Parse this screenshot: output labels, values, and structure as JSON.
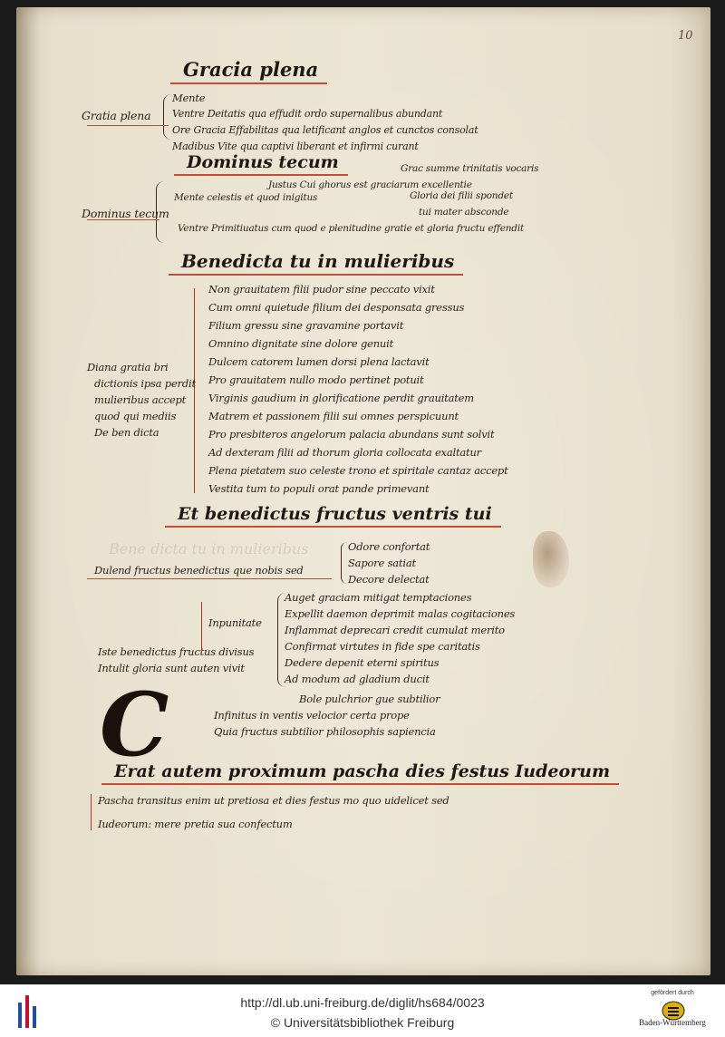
{
  "manuscript": {
    "folio": "10",
    "headings": {
      "h1": "Gracia plena",
      "h2": "Dominus tecum",
      "h3": "Benedicta tu in mulieribus",
      "h4": "Et benedictus fructus ventris tui",
      "h5": "Erat autem proximum pascha dies festus Iudeorum"
    },
    "lines": [
      {
        "text": "Mente"
      },
      {
        "text": "Ventre   Deitatis qua effudit ordo supernalibus abundant"
      },
      {
        "text": "Ore   Gracia   Effabilitas qua letificant anglos et cunctos consolat"
      },
      {
        "text": "Madibus   Vite qua captivi liberant et infirmi curant"
      },
      {
        "text": "Gratia plena"
      },
      {
        "text": "Grac summe trinitatis vocaris"
      },
      {
        "text": "Justus   Cui ghorus est graciarum excellentie"
      },
      {
        "text": "Mente celestis et quod inigitus"
      },
      {
        "text": "Dominus tecum"
      },
      {
        "text": "Gloria dei filii spondet"
      },
      {
        "text": "tui mater absconde"
      },
      {
        "text": "Ventre   Primitiuatus cum quod e plenitudine gratie et gloria fructu effendit"
      },
      {
        "text": "Non grauitatem filii pudor sine peccato vixit"
      },
      {
        "text": "Cum omni quietude filium dei desponsata gressus"
      },
      {
        "text": "Filium gressu sine gravamine portavit"
      },
      {
        "text": "Omnino dignitate sine dolore genuit"
      },
      {
        "text": "Dulcem catorem lumen dorsi plena lactavit"
      },
      {
        "text": "Diana gratia bri"
      },
      {
        "text": "dictionis ipsa perdit"
      },
      {
        "text": "mulieribus accept"
      },
      {
        "text": "quod qui mediis"
      },
      {
        "text": "De ben dicta"
      },
      {
        "text": "Pro grauitatem nullo modo pertinet potuit"
      },
      {
        "text": "Virginis gaudium in glorificatione perdit grauitatem"
      },
      {
        "text": "Matrem et passionem filii sui omnes perspicuunt"
      },
      {
        "text": "Pro presbiteros angelorum palacia abundans sunt solvit"
      },
      {
        "text": "Ad dexteram filii ad thorum gloria collocata exaltatur"
      },
      {
        "text": "Plena pietatem suo celeste trono et spiritale cantaz accept"
      },
      {
        "text": "Vestita tum to populi orat pande primevant"
      },
      {
        "text": "Et benedictus fructus ventris tui"
      },
      {
        "text": "Odore confortat"
      },
      {
        "text": "Dulend fructus benedictus que nobis sed"
      },
      {
        "text": "Sapore satiat"
      },
      {
        "text": "Decore delectat"
      },
      {
        "text": "Auget graciam mitigat temptaciones"
      },
      {
        "text": "Expellit daemon deprimit malas cogitaciones"
      },
      {
        "text": "Inflammat deprecari credit cumulat merito"
      },
      {
        "text": "Confirmat virtutes in fide spe caritatis"
      },
      {
        "text": "Dedere depenit eterni spiritus"
      },
      {
        "text": "Ad modum ad gladium ducit"
      },
      {
        "text": "Inpunitate"
      },
      {
        "text": "Iste benedictus fructus divisus"
      },
      {
        "text": "Intulit gloria sunt auten vivit"
      },
      {
        "text": "Bole pulchrior gue subtilior"
      },
      {
        "text": "Infinitus in ventis velocior certa prope"
      },
      {
        "text": "Quia fructus subtilior philosophis sapiencia"
      },
      {
        "text": "Erat autem proximum pascha dies festus Iudeorum"
      },
      {
        "text": "Pascha transitus enim ut pretiosa et dies festus mo quo uidelicet sed"
      },
      {
        "text": "Iudeorum: mere pretia sua confectum"
      }
    ],
    "ghost_text": "Bene dicta tu in mulieribus"
  },
  "footer": {
    "url": "http://dl.ub.uni-freiburg.de/diglit/hs684/0023",
    "copyright": "© Universitätsbibliothek Freiburg",
    "sponsor_top": "gefördert durch",
    "sponsor_bottom": "Baden-Württemberg"
  },
  "colors": {
    "ink": "#2a1f17",
    "rubric": "#b8321f",
    "parchment": "#ebe5d3",
    "logo_blue": "#1f4fa0",
    "logo_red": "#c8102e"
  },
  "icons": {
    "ub_logo": "ub-freiburg-logo-icon",
    "seal": "baden-wuerttemberg-seal-icon"
  }
}
